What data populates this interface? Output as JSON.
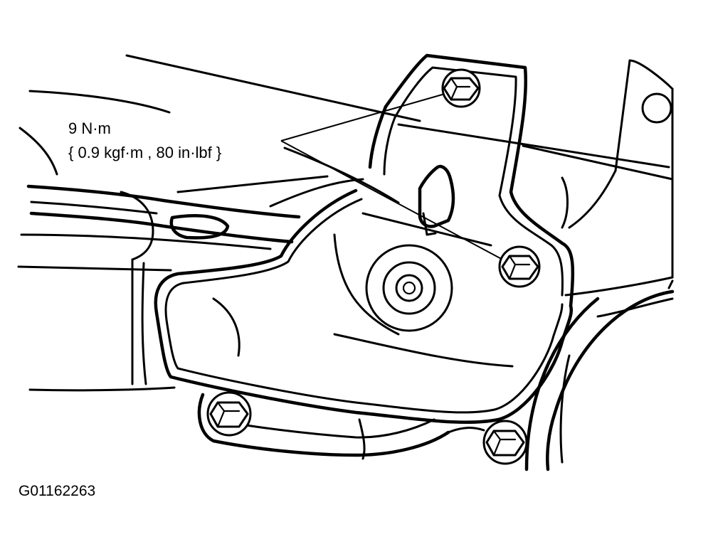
{
  "diagram": {
    "torque_callout": {
      "primary": "9 N·m",
      "secondary": "{ 0.9 kgf·m , 80 in·lbf }"
    },
    "figure_id": "G01162263",
    "parts": {
      "bolt_icon": "hex-bolt-icon",
      "bolt_count": 4
    },
    "colors": {
      "ink": "#000000",
      "paper": "#ffffff"
    }
  }
}
